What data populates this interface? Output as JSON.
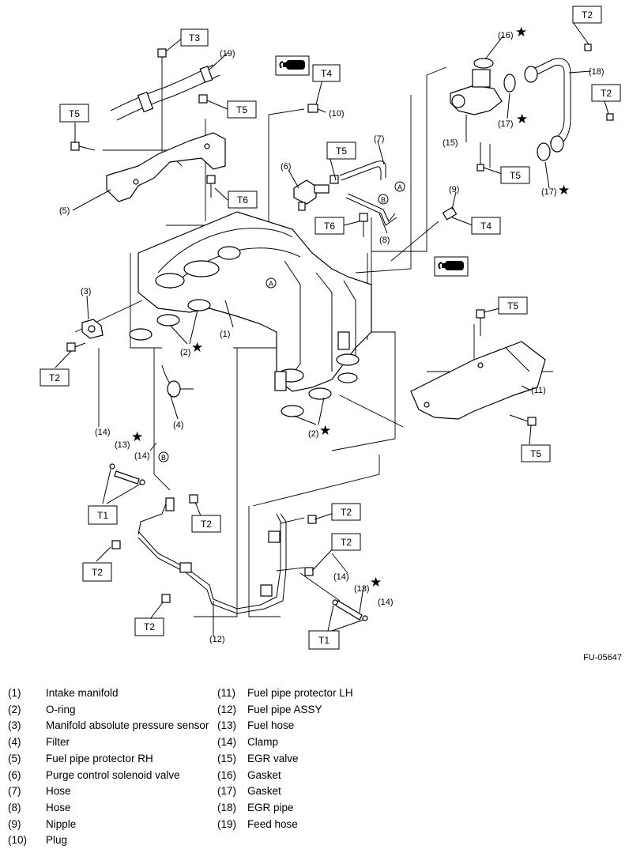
{
  "figure_id": "FU-05647",
  "torque_marks": {
    "t1": "T1",
    "t2": "T2",
    "t3": "T3",
    "t4": "T4",
    "t5": "T5",
    "t6": "T6"
  },
  "callouts": {
    "c1": "(1)",
    "c2": "(2)",
    "c3": "(3)",
    "c4": "(4)",
    "c5": "(5)",
    "c6": "(6)",
    "c7": "(7)",
    "c8": "(8)",
    "c9": "(9)",
    "c10": "(10)",
    "c11": "(11)",
    "c12": "(12)",
    "c13": "(13)",
    "c14": "(14)",
    "c15": "(15)",
    "c16": "(16)",
    "c17": "(17)",
    "c18": "(18)",
    "c19": "(19)"
  },
  "reference_marks": {
    "a": "A",
    "b": "B"
  },
  "legend_left": [
    {
      "num": "(1)",
      "label": "Intake manifold"
    },
    {
      "num": "(2)",
      "label": "O-ring"
    },
    {
      "num": "(3)",
      "label": "Manifold absolute pressure sensor"
    },
    {
      "num": "(4)",
      "label": "Filter"
    },
    {
      "num": "(5)",
      "label": "Fuel pipe protector RH"
    },
    {
      "num": "(6)",
      "label": "Purge control solenoid valve"
    },
    {
      "num": "(7)",
      "label": "Hose"
    },
    {
      "num": "(8)",
      "label": "Hose"
    },
    {
      "num": "(9)",
      "label": "Nipple"
    },
    {
      "num": "(10)",
      "label": "Plug"
    }
  ],
  "legend_right": [
    {
      "num": "(11)",
      "label": "Fuel pipe protector LH"
    },
    {
      "num": "(12)",
      "label": "Fuel pipe ASSY"
    },
    {
      "num": "(13)",
      "label": "Fuel hose"
    },
    {
      "num": "(14)",
      "label": "Clamp"
    },
    {
      "num": "(15)",
      "label": "EGR valve"
    },
    {
      "num": "(16)",
      "label": "Gasket"
    },
    {
      "num": "(17)",
      "label": "Gasket"
    },
    {
      "num": "(18)",
      "label": "EGR pipe"
    },
    {
      "num": "(19)",
      "label": "Feed hose"
    }
  ]
}
